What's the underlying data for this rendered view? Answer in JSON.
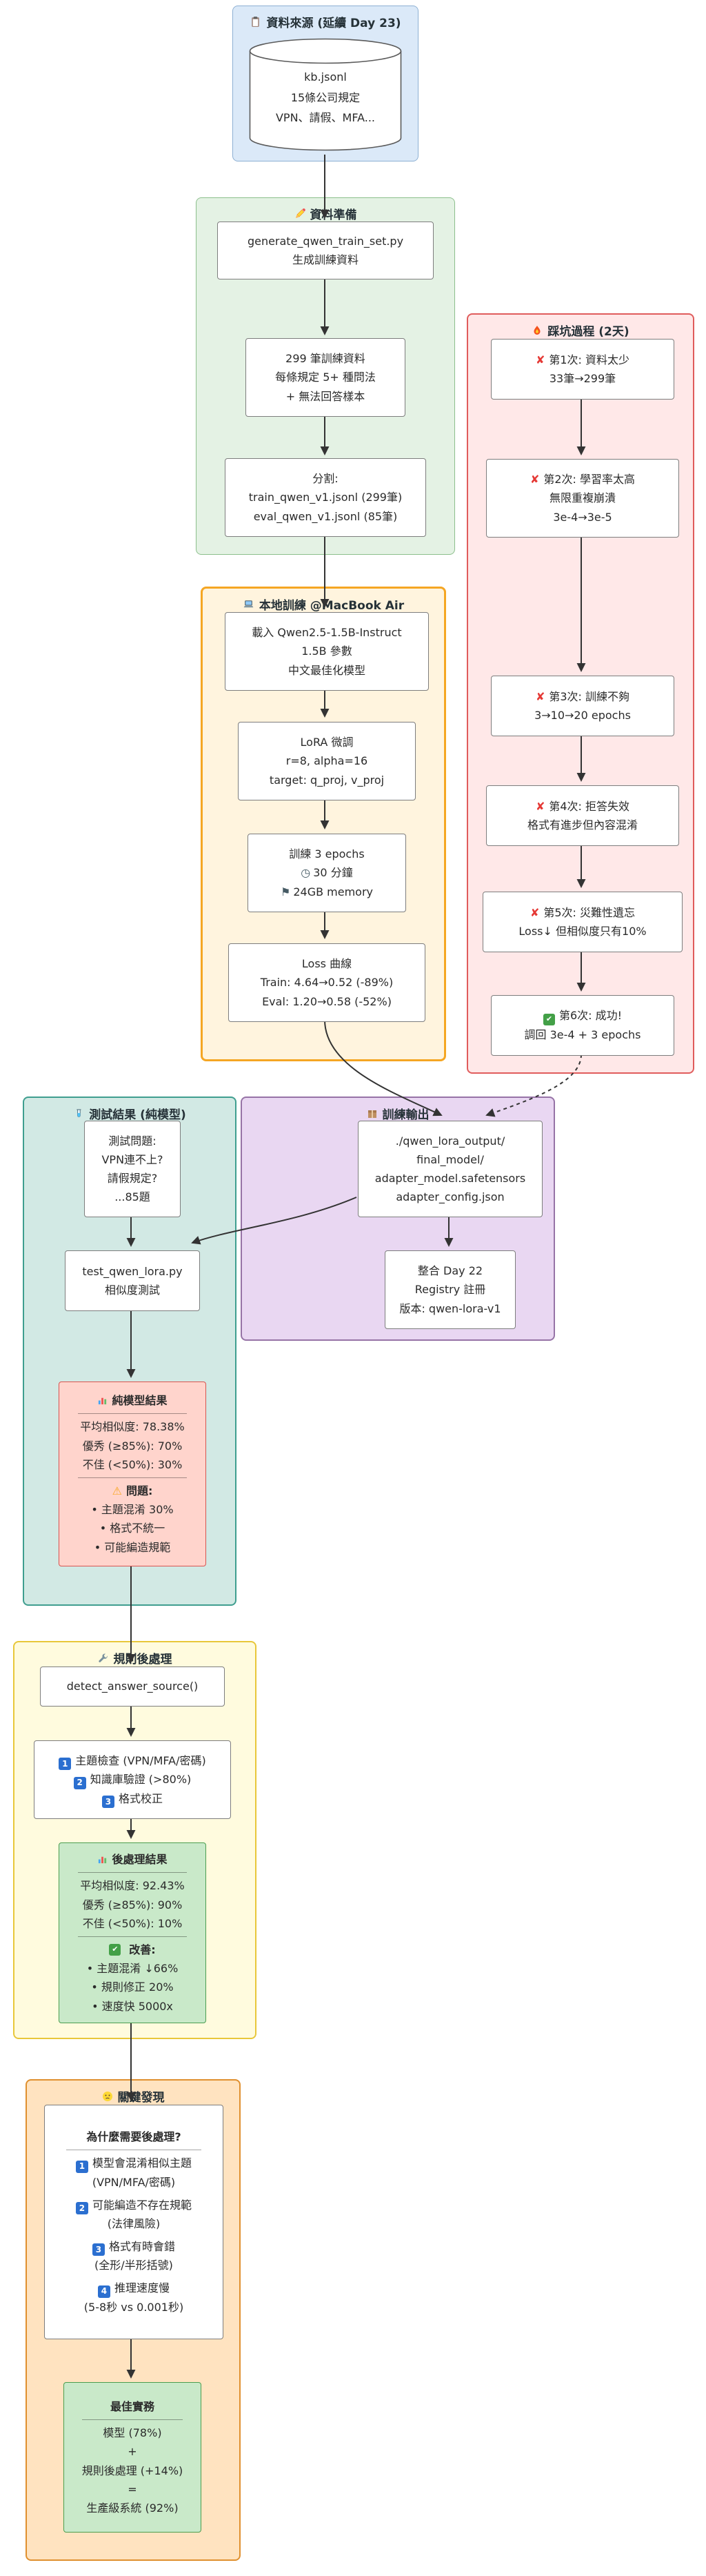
{
  "icons": {
    "cross": "✘",
    "check": "✔",
    "warning": "⚠",
    "timer": "◷",
    "flag": "⚑"
  },
  "colors": {
    "edge": "#333333",
    "source_fill": "#dbe9f8",
    "source_border": "#8db0d3",
    "prep_fill": "#e4f2e4",
    "prep_border": "#8cbf8c",
    "train_fill": "#fff4de",
    "train_border": "#f5a623",
    "pitfall_fill": "#ffe8e8",
    "pitfall_border": "#e05c5c",
    "output_fill": "#e9d7f2",
    "output_border": "#9673a6",
    "test_fill": "#d2e9e4",
    "test_border": "#3f9e8f",
    "post_fill": "#fffbde",
    "post_border": "#e8c73a",
    "findings_fill": "#ffe3c0",
    "findings_border": "#e0902f",
    "bad_fill": "#ffd4cc",
    "good_fill": "#c9e9c9"
  },
  "source": {
    "title": "資料來源 (延續 Day 23)",
    "icon": "clipboard-icon",
    "db": [
      "kb.jsonl",
      "15條公司規定",
      "VPN、請假、MFA..."
    ]
  },
  "prep": {
    "title": "資料準備",
    "icon": "pencil-icon",
    "gen": [
      "generate_qwen_train_set.py",
      "生成訓練資料"
    ],
    "samples": [
      "299 筆訓練資料",
      "每條規定 5+ 種問法",
      "+ 無法回答樣本"
    ],
    "split": [
      "分割:",
      "train_qwen_v1.jsonl (299筆)",
      "eval_qwen_v1.jsonl (85筆)"
    ]
  },
  "train": {
    "title": "本地訓練 @MacBook Air",
    "icon": "laptop-icon",
    "load": [
      "載入 Qwen2.5-1.5B-Instruct",
      "1.5B 參數",
      "中文最佳化模型"
    ],
    "lora": [
      "LoRA 微調",
      "r=8, alpha=16",
      "target: q_proj, v_proj"
    ],
    "epochs": {
      "l1": "訓練 3 epochs",
      "l2": "30 分鐘",
      "l3": "24GB memory"
    },
    "loss": [
      "Loss 曲線",
      "Train: 4.64→0.52 (-89%)",
      "Eval: 1.20→0.58 (-52%)"
    ]
  },
  "pitfalls": {
    "title": "踩坑過程 (2天)",
    "icon": "fire-icon",
    "p1": [
      "第1次: 資料太少",
      "33筆→299筆"
    ],
    "p2": [
      "第2次: 學習率太高",
      "無限重複崩潰",
      "3e-4→3e-5"
    ],
    "p3": [
      "第3次: 訓練不夠",
      "3→10→20 epochs"
    ],
    "p4": [
      "第4次: 拒答失效",
      "格式有進步但內容混淆"
    ],
    "p5": [
      "第5次: 災難性遺忘",
      "Loss↓ 但相似度只有10%"
    ],
    "p6": [
      "第6次: 成功!",
      "調回 3e-4 + 3 epochs"
    ]
  },
  "output": {
    "title": "訓練輸出",
    "icon": "package-icon",
    "files": [
      "./qwen_lora_output/",
      "final_model/",
      "adapter_model.safetensors",
      "adapter_config.json"
    ],
    "registry": [
      "整合 Day 22",
      "Registry 註冊",
      "版本: qwen-lora-v1"
    ]
  },
  "test": {
    "title": "測試結果 (純模型)",
    "icon": "test-tube-icon",
    "questions": [
      "測試問題:",
      "VPN連不上?",
      "請假規定?",
      "...85題"
    ],
    "script": [
      "test_qwen_lora.py",
      "相似度測試"
    ],
    "result": {
      "header": "純模型結果",
      "stats": [
        "平均相似度: 78.38%",
        "優秀 (≥85%): 70%",
        "不佳 (<50%): 30%"
      ],
      "issues_header": "問題:",
      "issues": [
        "• 主題混淆 30%",
        "• 格式不統一",
        "• 可能編造規範"
      ]
    }
  },
  "post": {
    "title": "規則後處理",
    "icon": "wrench-icon",
    "detect": "detect_answer_source()",
    "steps": [
      {
        "n": "1",
        "t": "主題檢查 (VPN/MFA/密碼)"
      },
      {
        "n": "2",
        "t": "知識庫驗證 (>80%)"
      },
      {
        "n": "3",
        "t": "格式校正"
      }
    ],
    "result": {
      "header": "後處理結果",
      "stats": [
        "平均相似度: 92.43%",
        "優秀 (≥85%): 90%",
        "不佳 (<50%): 10%"
      ],
      "improve_header": "改善:",
      "improvements": [
        "• 主題混淆 ↓66%",
        "• 規則修正 20%",
        "• 速度快 5000x"
      ]
    }
  },
  "findings": {
    "title": "關鍵發現",
    "icon": "think-face-icon",
    "why": {
      "header": "為什麼需要後處理?",
      "items": [
        {
          "n": "1",
          "t": "模型會混淆相似主題",
          "s": "(VPN/MFA/密碼)"
        },
        {
          "n": "2",
          "t": "可能編造不存在規範",
          "s": "(法律風險)"
        },
        {
          "n": "3",
          "t": "格式有時會錯",
          "s": "(全形/半形括號)"
        },
        {
          "n": "4",
          "t": "推理速度慢",
          "s": "(5-8秒 vs 0.001秒)"
        }
      ]
    },
    "best": {
      "header": "最佳實務",
      "lines": [
        "模型 (78%)",
        "+",
        "規則後處理 (+14%)",
        "=",
        "生產級系統 (92%)"
      ]
    }
  }
}
